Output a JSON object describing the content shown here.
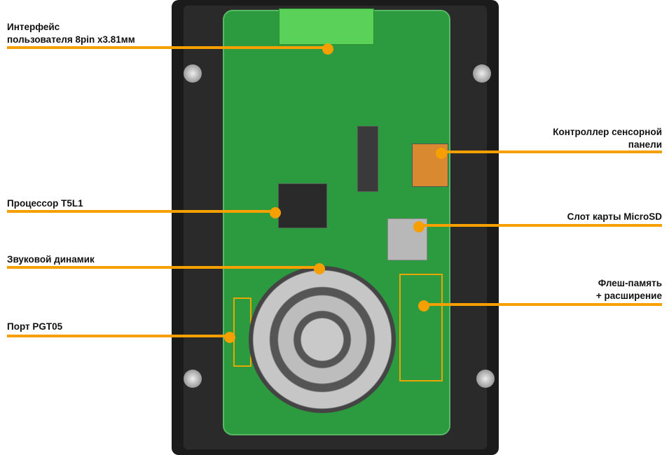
{
  "labels": {
    "ui_interface": "Интерфейс\nпользователя 8pin x3.81мм",
    "processor": "Процессор T5L1",
    "speaker": "Звуковой динамик",
    "pgt_port": "Порт PGT05",
    "touch_controller": "Контроллер сенсорной\nпанели",
    "microsd": "Слот карты MicroSD",
    "flash": "Флеш-память\n+ расширение"
  },
  "colors": {
    "callout": "#f5a000",
    "pcb": "#2c9a3e",
    "case": "#1b1b1b"
  }
}
